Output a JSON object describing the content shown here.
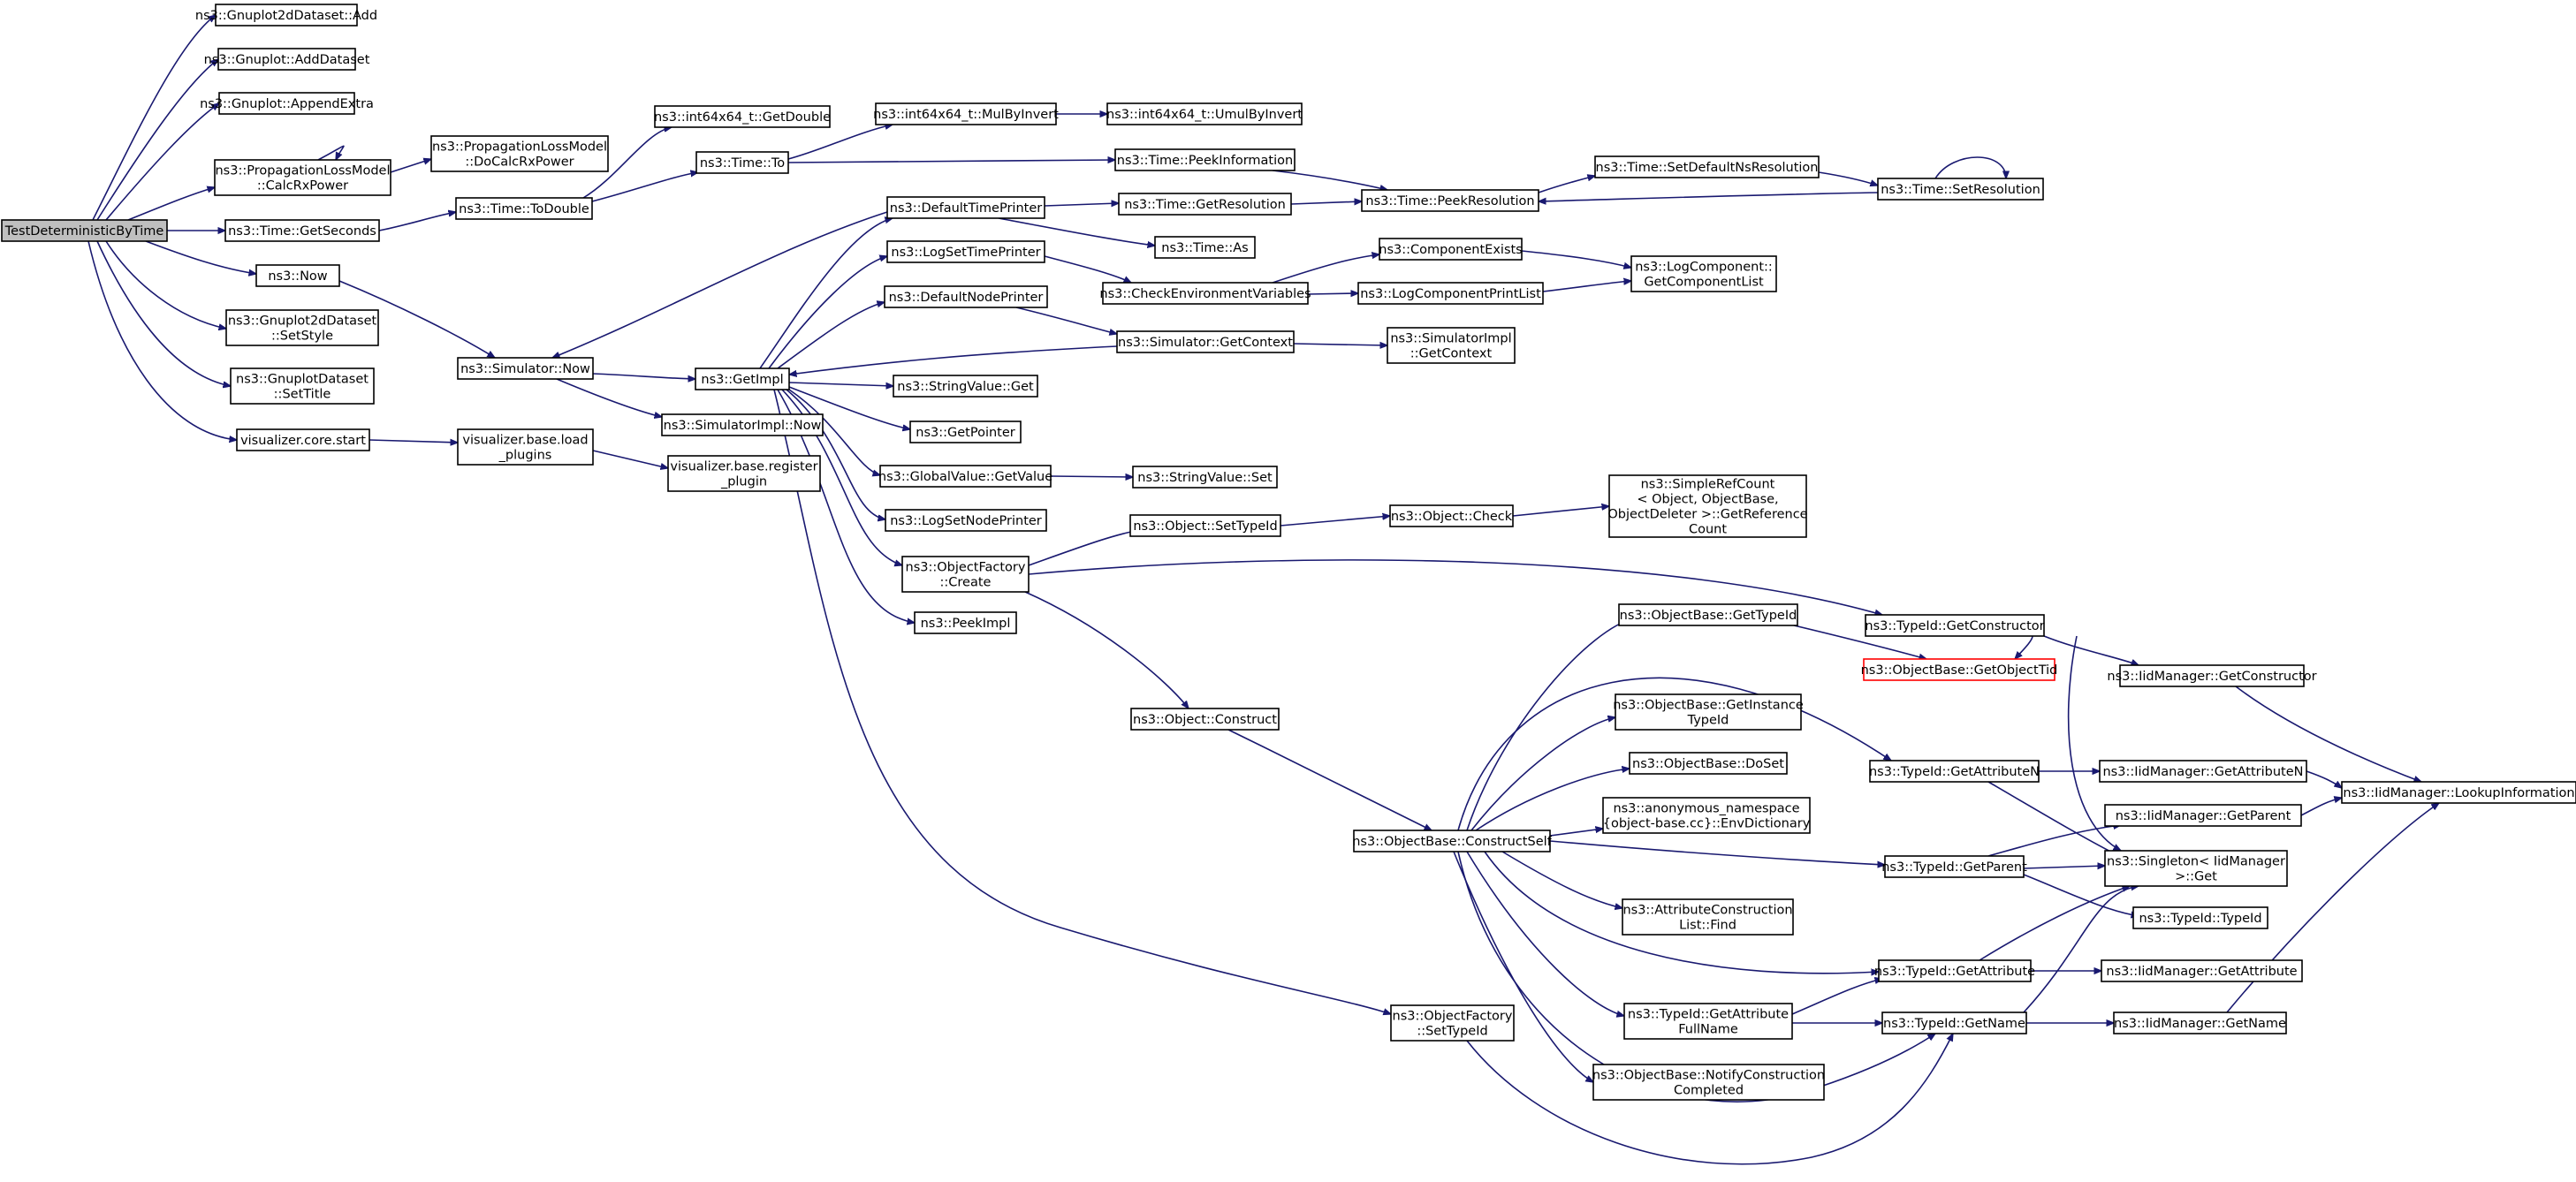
{
  "graph": {
    "colors": {
      "edge": "#191970",
      "node_border": "#000000",
      "root_fill": "#bfbfbf",
      "missing_border": "#ff0000"
    },
    "nodes": [
      {
        "id": "root",
        "label": [
          "TestDeterministicByTime"
        ],
        "style": "root"
      },
      {
        "id": "g2dAdd",
        "label": [
          "ns3::Gnuplot2dDataset::Add"
        ]
      },
      {
        "id": "gAddDs",
        "label": [
          "ns3::Gnuplot::AddDataset"
        ]
      },
      {
        "id": "gAppend",
        "label": [
          "ns3::Gnuplot::AppendExtra"
        ]
      },
      {
        "id": "calcRx",
        "label": [
          "ns3::PropagationLossModel",
          "::CalcRxPower"
        ]
      },
      {
        "id": "getSec",
        "label": [
          "ns3::Time::GetSeconds"
        ]
      },
      {
        "id": "now",
        "label": [
          "ns3::Now"
        ]
      },
      {
        "id": "setStyle",
        "label": [
          "ns3::Gnuplot2dDataset",
          "::SetStyle"
        ]
      },
      {
        "id": "setTitle",
        "label": [
          "ns3::GnuplotDataset",
          "::SetTitle"
        ]
      },
      {
        "id": "vizStart",
        "label": [
          "visualizer.core.start"
        ]
      },
      {
        "id": "doCalcRx",
        "label": [
          "ns3::PropagationLossModel",
          "::DoCalcRxPower"
        ]
      },
      {
        "id": "toDouble",
        "label": [
          "ns3::Time::ToDouble"
        ]
      },
      {
        "id": "simNow",
        "label": [
          "ns3::Simulator::Now"
        ]
      },
      {
        "id": "loadPlugins",
        "label": [
          "visualizer.base.load",
          "_plugins"
        ]
      },
      {
        "id": "regPlugin",
        "label": [
          "visualizer.base.register",
          "_plugin"
        ]
      },
      {
        "id": "i64GetDouble",
        "label": [
          "ns3::int64x64_t::GetDouble"
        ]
      },
      {
        "id": "timeTo",
        "label": [
          "ns3::Time::To"
        ]
      },
      {
        "id": "getImpl",
        "label": [
          "ns3::GetImpl"
        ]
      },
      {
        "id": "simImplNow",
        "label": [
          "ns3::SimulatorImpl::Now"
        ]
      },
      {
        "id": "mulByInv",
        "label": [
          "ns3::int64x64_t::MulByInvert"
        ]
      },
      {
        "id": "umulByInv",
        "label": [
          "ns3::int64x64_t::UmulByInvert"
        ]
      },
      {
        "id": "peekInfo",
        "label": [
          "ns3::Time::PeekInformation"
        ]
      },
      {
        "id": "defTimePrinter",
        "label": [
          "ns3::DefaultTimePrinter"
        ]
      },
      {
        "id": "getRes",
        "label": [
          "ns3::Time::GetResolution"
        ]
      },
      {
        "id": "peekRes",
        "label": [
          "ns3::Time::PeekResolution"
        ]
      },
      {
        "id": "setDefNs",
        "label": [
          "ns3::Time::SetDefaultNsResolution"
        ]
      },
      {
        "id": "setRes",
        "label": [
          "ns3::Time::SetResolution"
        ]
      },
      {
        "id": "timeAs",
        "label": [
          "ns3::Time::As"
        ]
      },
      {
        "id": "logSetTime",
        "label": [
          "ns3::LogSetTimePrinter"
        ]
      },
      {
        "id": "checkEnv",
        "label": [
          "ns3::CheckEnvironmentVariables"
        ]
      },
      {
        "id": "compExists",
        "label": [
          "ns3::ComponentExists"
        ]
      },
      {
        "id": "compPrintList",
        "label": [
          "ns3::LogComponentPrintList"
        ]
      },
      {
        "id": "getCompList",
        "label": [
          "ns3::LogComponent::",
          "GetComponentList"
        ]
      },
      {
        "id": "defNodePrinter",
        "label": [
          "ns3::DefaultNodePrinter"
        ]
      },
      {
        "id": "simGetCtx",
        "label": [
          "ns3::Simulator::GetContext"
        ]
      },
      {
        "id": "simImplGetCtx",
        "label": [
          "ns3::SimulatorImpl",
          "::GetContext"
        ]
      },
      {
        "id": "strGet",
        "label": [
          "ns3::StringValue::Get"
        ]
      },
      {
        "id": "getPointer",
        "label": [
          "ns3::GetPointer"
        ]
      },
      {
        "id": "gvGetValue",
        "label": [
          "ns3::GlobalValue::GetValue"
        ]
      },
      {
        "id": "strSet",
        "label": [
          "ns3::StringValue::Set"
        ]
      },
      {
        "id": "logSetNode",
        "label": [
          "ns3::LogSetNodePrinter"
        ]
      },
      {
        "id": "objSetTypeId",
        "label": [
          "ns3::Object::SetTypeId"
        ]
      },
      {
        "id": "objCheck",
        "label": [
          "ns3::Object::Check"
        ]
      },
      {
        "id": "simpleRef",
        "label": [
          "ns3::SimpleRefCount",
          "< Object, ObjectBase,",
          "ObjectDeleter >::GetReference",
          "Count"
        ]
      },
      {
        "id": "ofCreate",
        "label": [
          "ns3::ObjectFactory",
          "::Create"
        ]
      },
      {
        "id": "peekImpl",
        "label": [
          "ns3::PeekImpl"
        ]
      },
      {
        "id": "objBaseGetTid",
        "label": [
          "ns3::ObjectBase::GetTypeId"
        ]
      },
      {
        "id": "tidGetCtor",
        "label": [
          "ns3::TypeId::GetConstructor"
        ]
      },
      {
        "id": "getObjTid",
        "label": [
          "ns3::ObjectBase::GetObjectTid"
        ],
        "style": "missing"
      },
      {
        "id": "iidGetCtor",
        "label": [
          "ns3::IidManager::GetConstructor"
        ]
      },
      {
        "id": "objConstruct",
        "label": [
          "ns3::Object::Construct"
        ]
      },
      {
        "id": "getInstTid",
        "label": [
          "ns3::ObjectBase::GetInstance",
          "TypeId"
        ]
      },
      {
        "id": "doSet",
        "label": [
          "ns3::ObjectBase::DoSet"
        ]
      },
      {
        "id": "tidGetAttrN",
        "label": [
          "ns3::TypeId::GetAttributeN"
        ]
      },
      {
        "id": "iidGetAttrN",
        "label": [
          "ns3::IidManager::GetAttributeN"
        ]
      },
      {
        "id": "lookupInfo",
        "label": [
          "ns3::IidManager::LookupInformation"
        ]
      },
      {
        "id": "envDict",
        "label": [
          "ns3::anonymous_namespace",
          "{object-base.cc}::EnvDictionary"
        ]
      },
      {
        "id": "iidGetParent",
        "label": [
          "ns3::IidManager::GetParent"
        ]
      },
      {
        "id": "constructSelf",
        "label": [
          "ns3::ObjectBase::ConstructSelf"
        ]
      },
      {
        "id": "tidGetParent",
        "label": [
          "ns3::TypeId::GetParent"
        ]
      },
      {
        "id": "singletonGet",
        "label": [
          "ns3::Singleton< IidManager",
          ">::Get"
        ]
      },
      {
        "id": "tidTypeId",
        "label": [
          "ns3::TypeId::TypeId"
        ]
      },
      {
        "id": "attrConstrFind",
        "label": [
          "ns3::AttributeConstruction",
          "List::Find"
        ]
      },
      {
        "id": "tidGetAttr",
        "label": [
          "ns3::TypeId::GetAttribute"
        ]
      },
      {
        "id": "iidGetAttr",
        "label": [
          "ns3::IidManager::GetAttribute"
        ]
      },
      {
        "id": "ofSetTid",
        "label": [
          "ns3::ObjectFactory",
          "::SetTypeId"
        ]
      },
      {
        "id": "tidGetAttrFull",
        "label": [
          "ns3::TypeId::GetAttribute",
          "FullName"
        ]
      },
      {
        "id": "tidGetName",
        "label": [
          "ns3::TypeId::GetName"
        ]
      },
      {
        "id": "iidGetName",
        "label": [
          "ns3::IidManager::GetName"
        ]
      },
      {
        "id": "notifyConstr",
        "label": [
          "ns3::ObjectBase::NotifyConstruction",
          "Completed"
        ]
      }
    ]
  }
}
